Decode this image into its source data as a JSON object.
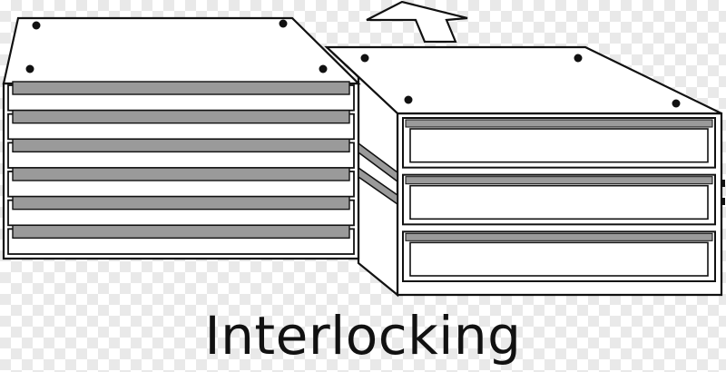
{
  "caption": "Interlocking",
  "colors": {
    "line": "#111111",
    "fill": "#ffffff",
    "drawer": "#9a9a9a"
  },
  "icons": {
    "arrow": "up-arrow-icon"
  },
  "units": [
    {
      "name": "left-unit",
      "drawer_count": 6
    },
    {
      "name": "right-unit",
      "drawer_count": 3
    }
  ]
}
